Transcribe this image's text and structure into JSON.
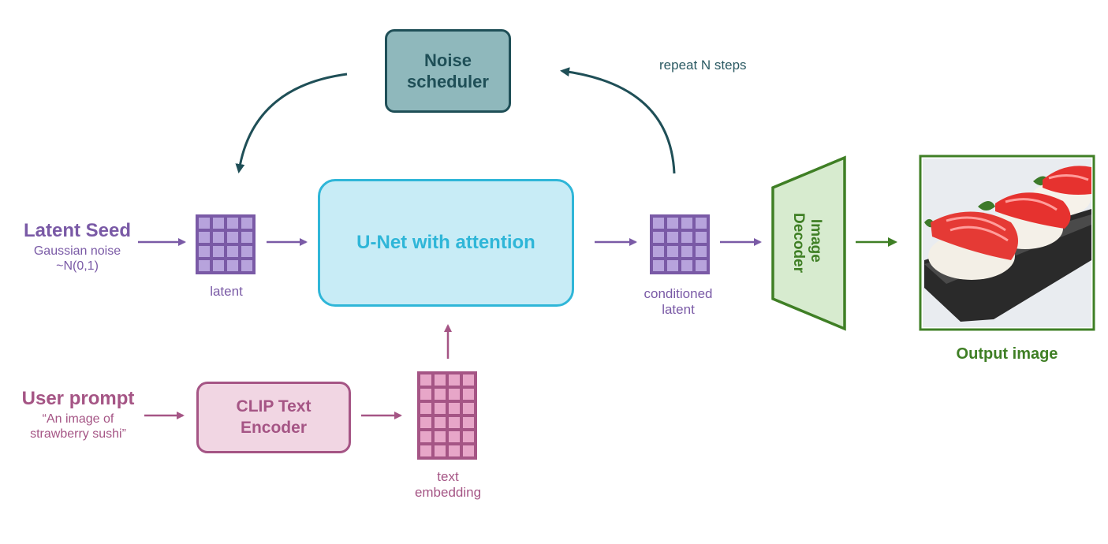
{
  "latent_seed": {
    "title": "Latent Seed",
    "line1": "Gaussian noise",
    "line2": "~N(0,1)"
  },
  "user_prompt": {
    "title": "User prompt",
    "line1": "“An image of",
    "line2": "strawberry sushi”"
  },
  "noise_scheduler": {
    "line1": "Noise",
    "line2": "scheduler"
  },
  "repeat_label": "repeat N steps",
  "unet": "U-Net with attention",
  "clip_encoder": {
    "line1": "CLIP Text",
    "line2": "Encoder"
  },
  "latent_label": "latent",
  "conditioned_latent": {
    "line1": "conditioned",
    "line2": "latent"
  },
  "text_embedding": {
    "line1": "text",
    "line2": "embedding"
  },
  "decoder": {
    "line1": "Image",
    "line2": "Decoder"
  },
  "output_label": "Output image",
  "colors": {
    "purple": "#7a5aa6",
    "purple_cell": "#b7a3dc",
    "pink": "#a55585",
    "pink_cell": "#e7a6c8",
    "teal": "#2b5a63",
    "teal_fill": "#8fb8bc",
    "cyan_border": "#2fb6d8",
    "cyan_fill": "#c8ecf6",
    "green": "#3f7f25",
    "green_fill": "#d7ebcf",
    "clip_fill": "#f1d6e3"
  }
}
